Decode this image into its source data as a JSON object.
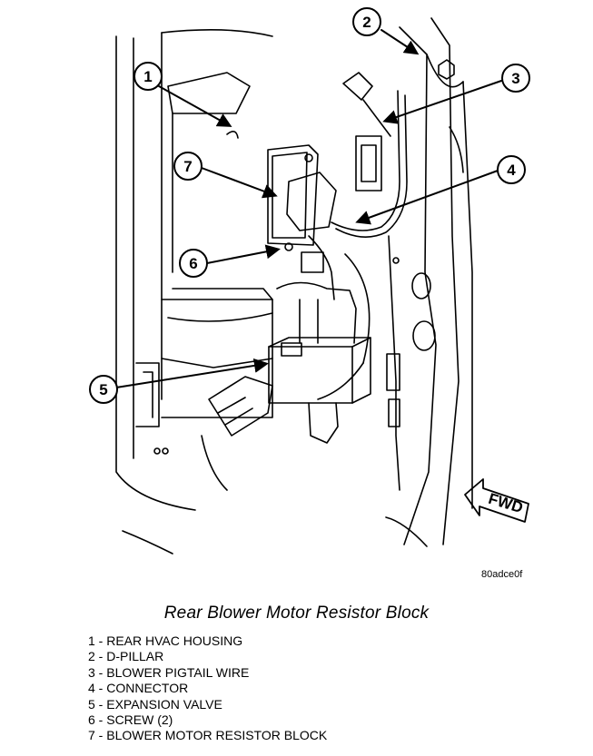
{
  "figure": {
    "id": "80adce0f",
    "title": "Rear Blower Motor Resistor Block",
    "fwd_label": "FWD",
    "callouts": [
      "1",
      "2",
      "3",
      "4",
      "5",
      "6",
      "7"
    ],
    "legend": [
      "1 - REAR HVAC HOUSING",
      "2 - D-PILLAR",
      "3 - BLOWER PIGTAIL WIRE",
      "4 - CONNECTOR",
      "5 - EXPANSION VALVE",
      "6 - SCREW (2)",
      "7 - BLOWER MOTOR RESISTOR BLOCK"
    ]
  }
}
